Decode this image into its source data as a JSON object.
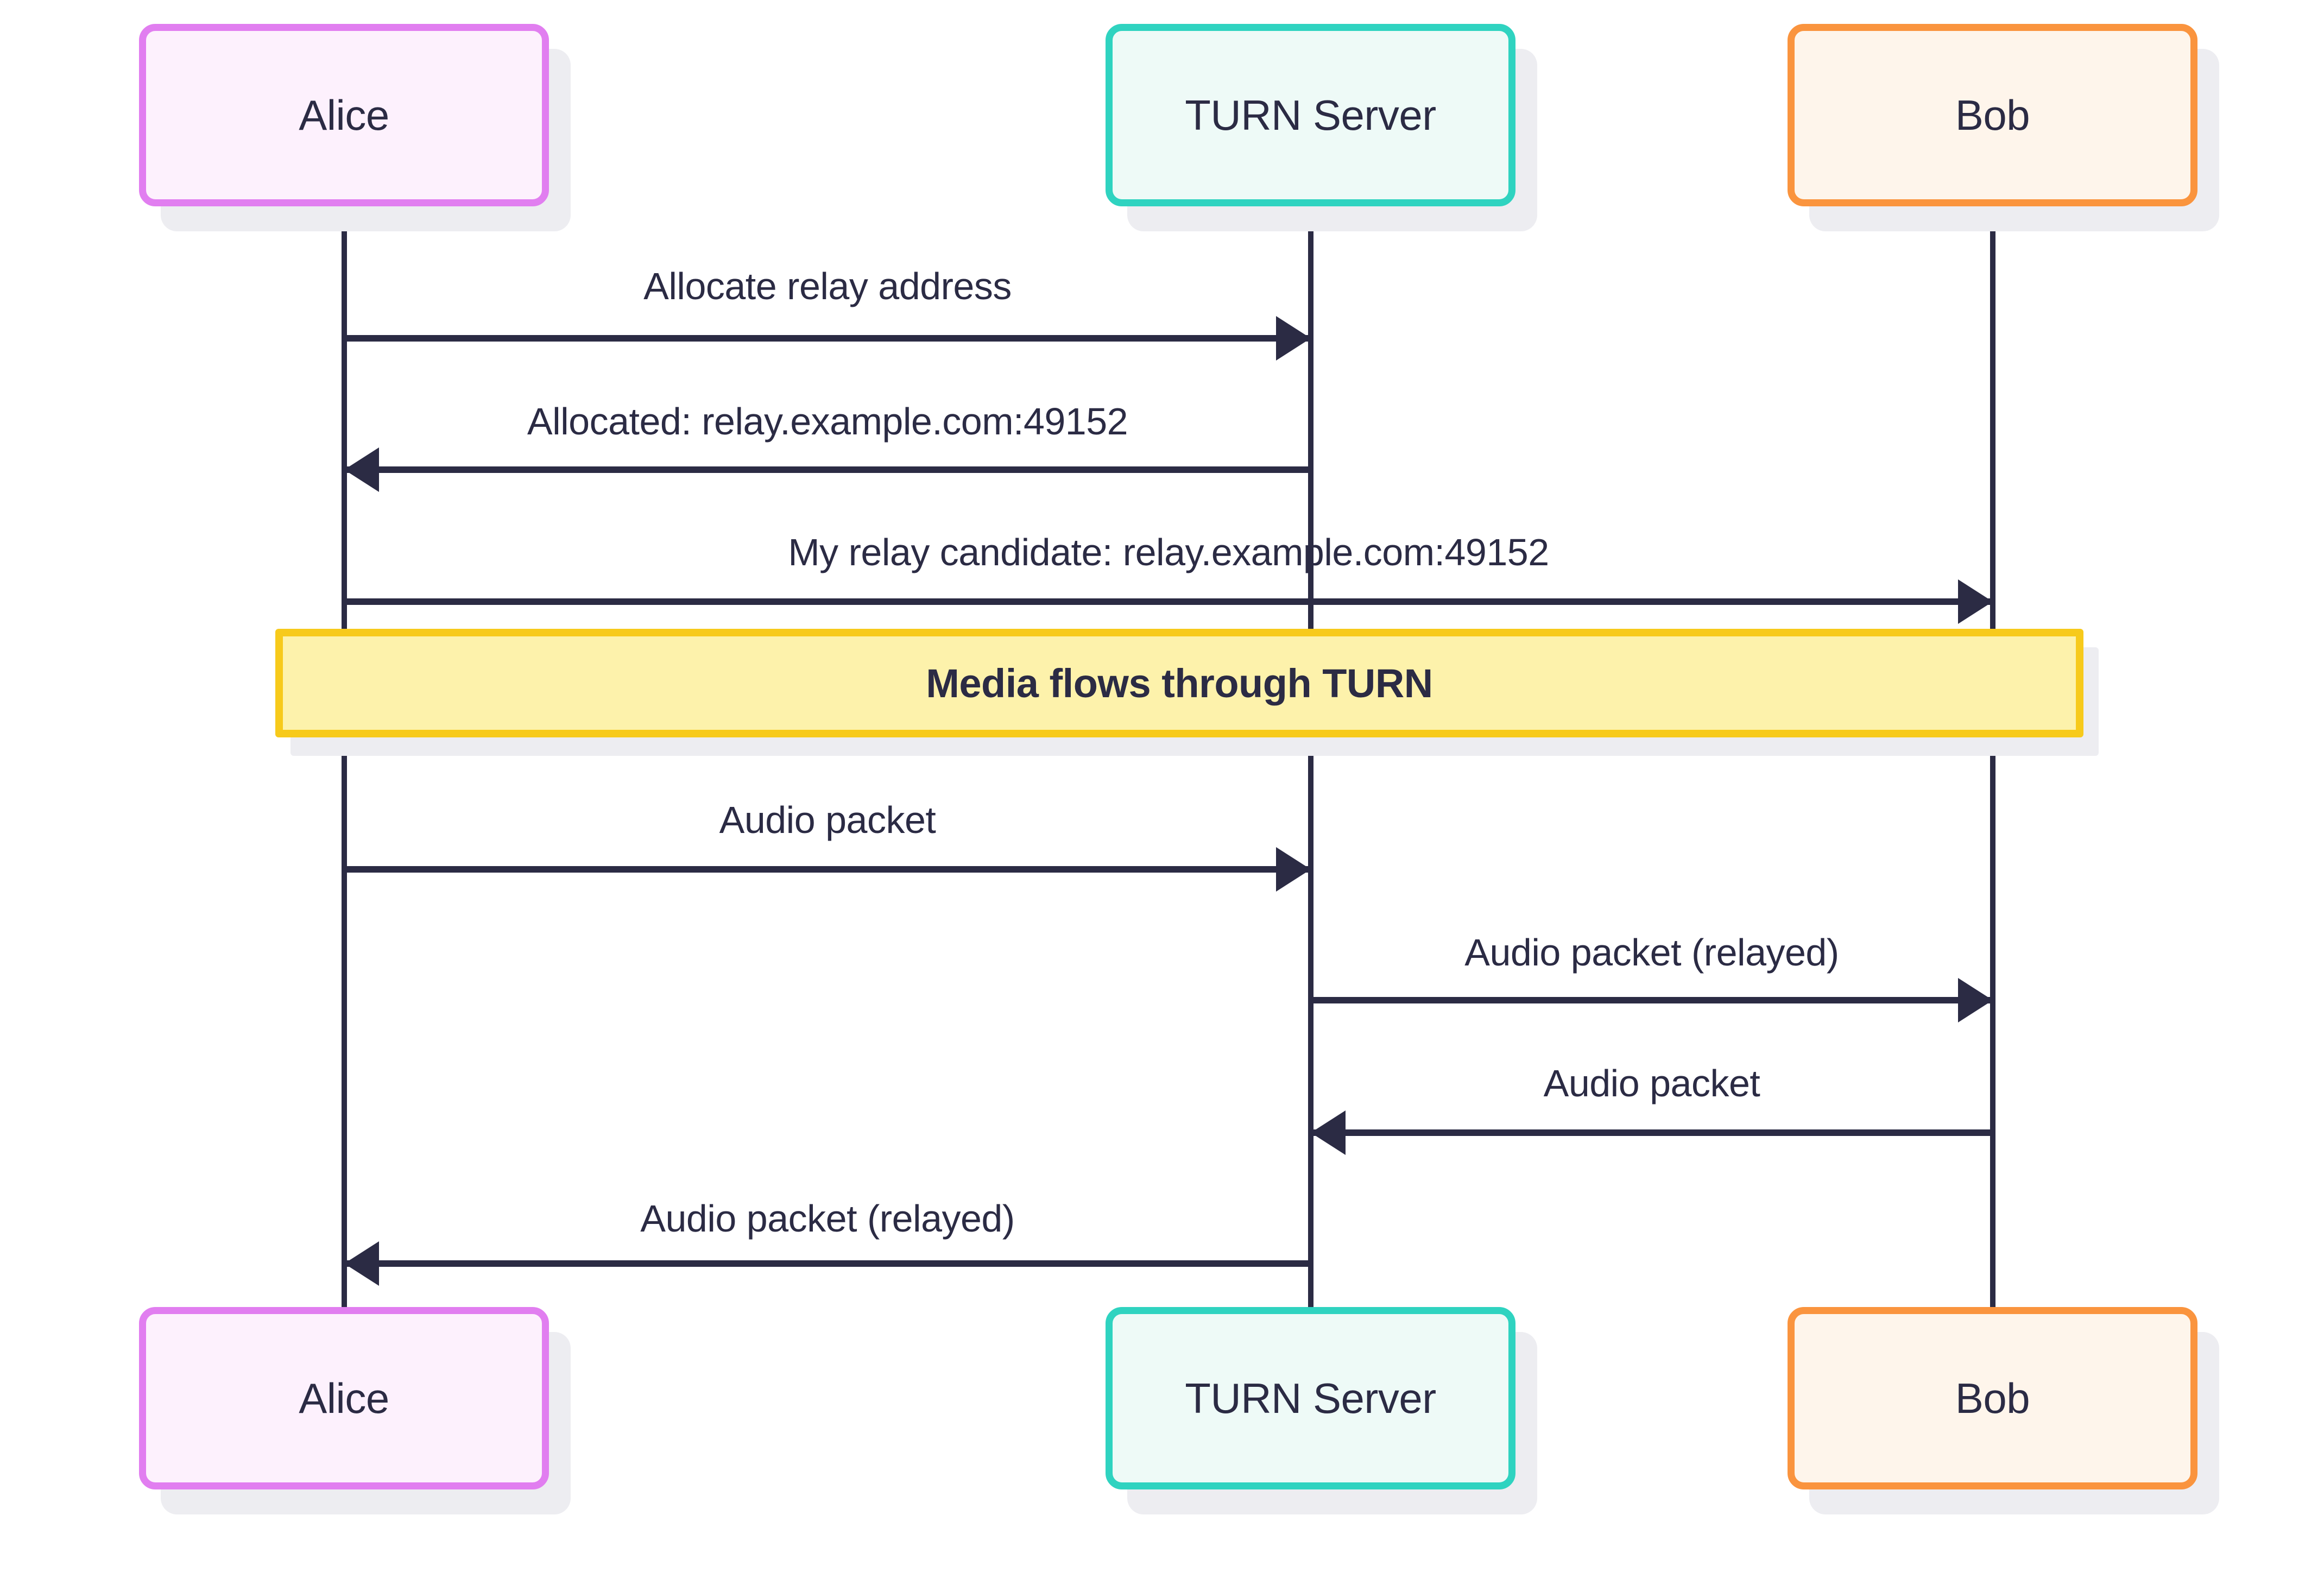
{
  "diagram_type": "sequence",
  "actors": [
    {
      "id": "alice",
      "label": "Alice"
    },
    {
      "id": "turn",
      "label": "TURN Server"
    },
    {
      "id": "bob",
      "label": "Bob"
    }
  ],
  "messages": [
    {
      "from": "Alice",
      "to": "TURN Server",
      "direction": "right",
      "label": "Allocate relay address"
    },
    {
      "from": "TURN Server",
      "to": "Alice",
      "direction": "left",
      "label": "Allocated: relay.example.com:49152"
    },
    {
      "from": "Alice",
      "to": "Bob",
      "direction": "right",
      "label": "My relay candidate: relay.example.com:49152"
    },
    {
      "from": "Alice",
      "to": "TURN Server",
      "direction": "right",
      "label": "Audio packet"
    },
    {
      "from": "TURN Server",
      "to": "Bob",
      "direction": "right",
      "label": "Audio packet (relayed)"
    },
    {
      "from": "Bob",
      "to": "TURN Server",
      "direction": "left",
      "label": "Audio packet"
    },
    {
      "from": "TURN Server",
      "to": "Alice",
      "direction": "left",
      "label": "Audio packet (relayed)"
    }
  ],
  "note": {
    "label": "Media flows through TURN",
    "spans": "Alice to Bob"
  },
  "colors": {
    "ink": "#2b2b44",
    "background": "#ffffff",
    "shadow": "#ededf1",
    "alice_border": "#e17ef0",
    "alice_fill": "#fdf1fd",
    "turn_border": "#2fd3c0",
    "turn_fill": "#eefaf7",
    "bob_border": "#fa943e",
    "bob_fill": "#fef5eb",
    "note_border": "#f7ca1b",
    "note_fill": "#fdf2ab"
  }
}
